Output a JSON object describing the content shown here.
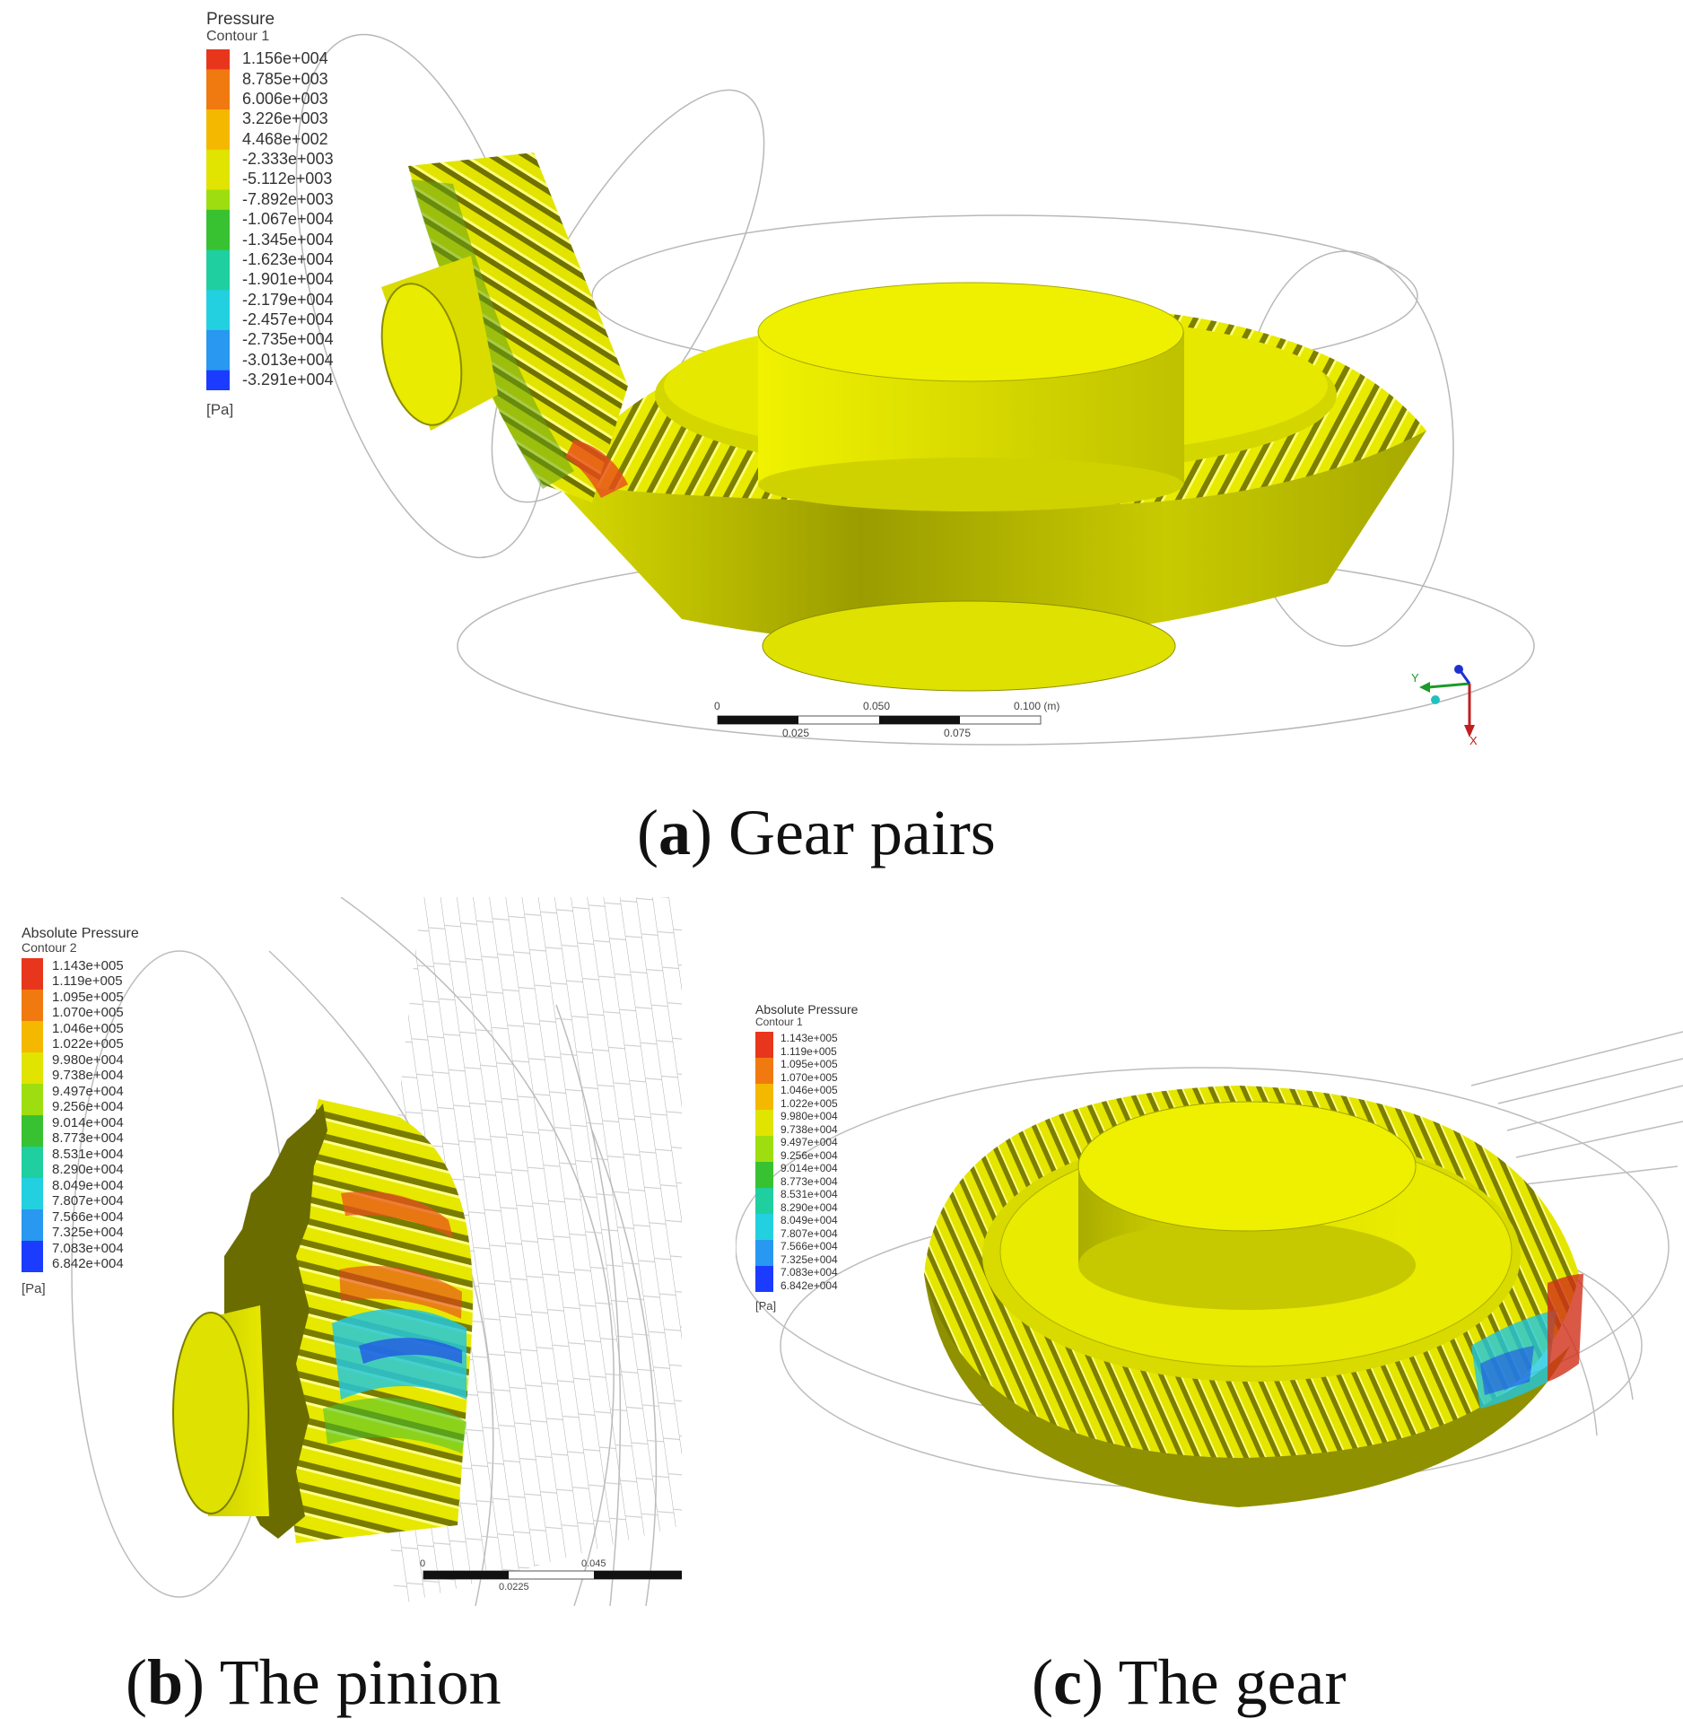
{
  "colors": {
    "yellow": "#e8ea00",
    "yellow_dark": "#6f7000",
    "yellow_mid": "#b9bb00",
    "red": "#e8361c",
    "cyan": "#23d0e0",
    "blue": "#1b3cff",
    "green": "#39c02a"
  },
  "panel_a": {
    "legend": {
      "title": "Pressure",
      "subtitle": "Contour 1",
      "unit": "[Pa]",
      "ticks": [
        "1.156e+004",
        "8.785e+003",
        "6.006e+003",
        "3.226e+003",
        "4.468e+002",
        "-2.333e+003",
        "-5.112e+003",
        "-7.892e+003",
        "-1.067e+004",
        "-1.345e+004",
        "-1.623e+004",
        "-1.901e+004",
        "-2.179e+004",
        "-2.457e+004",
        "-2.735e+004",
        "-3.013e+004",
        "-3.291e+004"
      ]
    },
    "scalebar": {
      "labels_top": [
        "0",
        "0.050",
        "0.100 (m)"
      ],
      "labels_bottom": [
        "0.025",
        "0.075"
      ]
    },
    "axes": {
      "y": "Y",
      "x": "X"
    },
    "caption": {
      "letter": "a",
      "text": "Gear pairs"
    }
  },
  "panel_b": {
    "legend": {
      "title": "Absolute Pressure",
      "subtitle": "Contour 2",
      "unit": "[Pa]",
      "ticks": [
        "1.143e+005",
        "1.119e+005",
        "1.095e+005",
        "1.070e+005",
        "1.046e+005",
        "1.022e+005",
        "9.980e+004",
        "9.738e+004",
        "9.497e+004",
        "9.256e+004",
        "9.014e+004",
        "8.773e+004",
        "8.531e+004",
        "8.290e+004",
        "8.049e+004",
        "7.807e+004",
        "7.566e+004",
        "7.325e+004",
        "7.083e+004",
        "6.842e+004"
      ]
    },
    "scalebar": {
      "labels_top": [
        "0",
        "0.045"
      ],
      "labels_bottom": [
        "0.0225"
      ]
    },
    "caption": {
      "letter": "b",
      "text": "The pinion"
    }
  },
  "panel_c": {
    "legend": {
      "title": "Absolute Pressure",
      "subtitle": "Contour 1",
      "unit": "[Pa]",
      "ticks": [
        "1.143e+005",
        "1.119e+005",
        "1.095e+005",
        "1.070e+005",
        "1.046e+005",
        "1.022e+005",
        "9.980e+004",
        "9.738e+004",
        "9.497e+004",
        "9.256e+004",
        "9.014e+004",
        "8.773e+004",
        "8.531e+004",
        "8.290e+004",
        "8.049e+004",
        "7.807e+004",
        "7.566e+004",
        "7.325e+004",
        "7.083e+004",
        "6.842e+004"
      ]
    },
    "caption": {
      "letter": "c",
      "text": "The gear"
    }
  }
}
